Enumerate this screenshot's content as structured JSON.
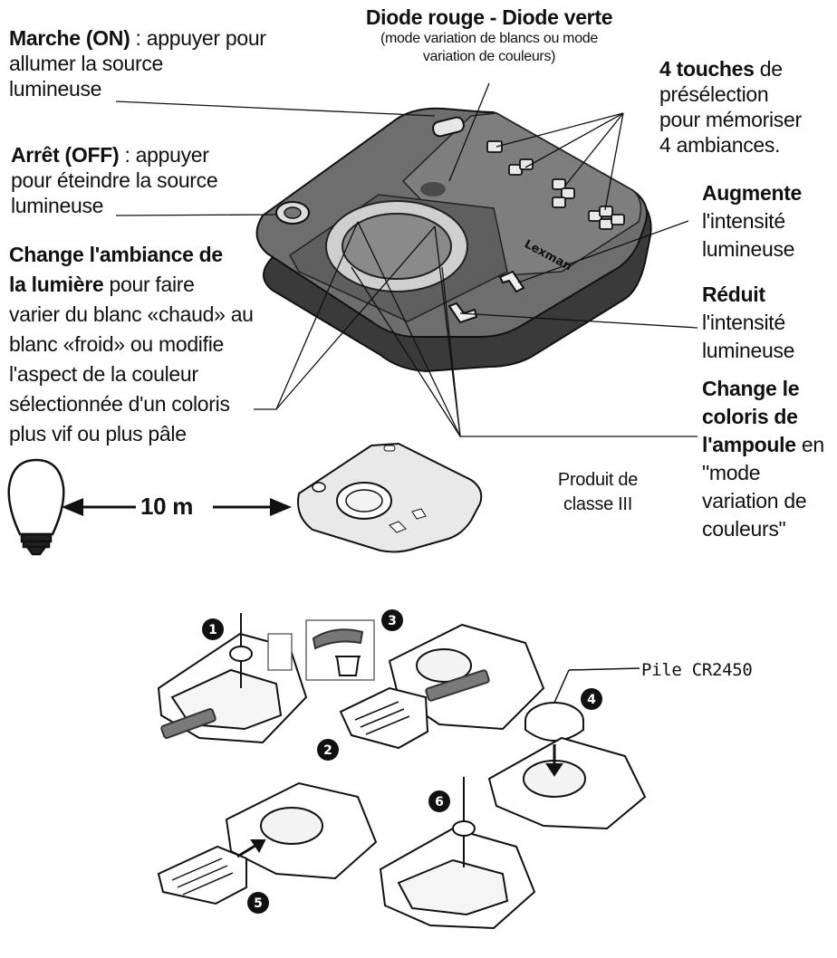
{
  "labels": {
    "on": {
      "bold": "Marche (ON)",
      "text1": " : appuyer pour",
      "text2": "allumer la source",
      "text3": "lumineuse"
    },
    "off": {
      "bold": "Arrêt  (OFF)",
      "text1": "  :  appuyer",
      "text2": "pour éteindre la source",
      "text3": "lumineuse"
    },
    "ambiance": {
      "bold1": "Change l'ambiance de",
      "bold2": "la lumière",
      "text2": " pour faire",
      "l3": "varier du blanc «chaud» au",
      "l4": "blanc «froid» ou modifie",
      "l5": "l'aspect  de la couleur",
      "l6": "sélectionnée d'un coloris",
      "l7": "plus vif ou plus pâle"
    },
    "diode": {
      "title": "Diode rouge - Diode verte",
      "sub1": "(mode variation de blancs ou mode",
      "sub2": "variation de couleurs)"
    },
    "touches": {
      "bold": "4 touches",
      "text1": " de",
      "l2": "présélection",
      "l3": "pour mémoriser",
      "l4": "4 ambiances."
    },
    "augmente": {
      "bold": "Augmente",
      "l2": "l'intensité",
      "l3": "lumineuse"
    },
    "reduit": {
      "bold": "Réduit",
      "l2": "l'intensité",
      "l3": "lumineuse"
    },
    "coloris": {
      "bold1": "Change le",
      "bold2": "coloris de",
      "bold3": "l'ampoule",
      "text3": " en",
      "l4": "\"mode",
      "l5": "variation de",
      "l6": "couleurs\""
    }
  },
  "distance": "10 m",
  "product_class": {
    "l1": "Produit de",
    "l2": "classe III"
  },
  "brand": "Lexman",
  "battery_label": "Pile CR2450",
  "steps": [
    "1",
    "2",
    "3",
    "4",
    "5",
    "6"
  ]
}
